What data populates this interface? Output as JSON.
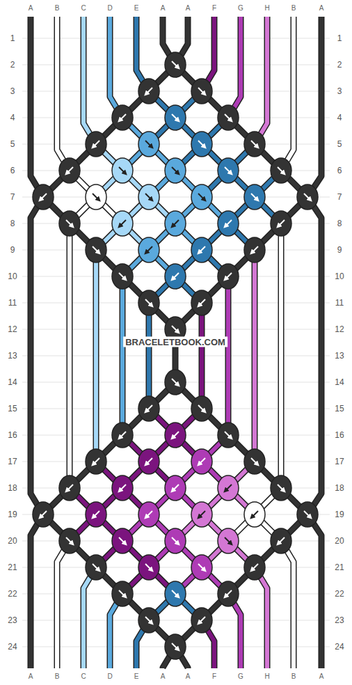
{
  "diagram": {
    "labels": [
      "A",
      "B",
      "C",
      "D",
      "E",
      "A",
      "A",
      "F",
      "G",
      "H",
      "B",
      "A",
      "1",
      "1",
      "2",
      "2",
      "3",
      "3",
      "4",
      "4",
      "5",
      "5",
      "6",
      "6",
      "7",
      "7",
      "8",
      "8",
      "9",
      "9",
      "10",
      "10",
      "11",
      "11",
      "12",
      "12",
      "BRACELETBOOK.COM",
      "13",
      "13",
      "14",
      "14",
      "15",
      "15",
      "16",
      "16",
      "17",
      "17",
      "18",
      "18",
      "19",
      "19",
      "20",
      "20",
      "21",
      "21",
      "22",
      "22",
      "23",
      "23",
      "24",
      "24",
      "A",
      "B",
      "C",
      "D",
      "E",
      "A",
      "A",
      "F",
      "G",
      "H",
      "B",
      "A"
    ]
  }
}
